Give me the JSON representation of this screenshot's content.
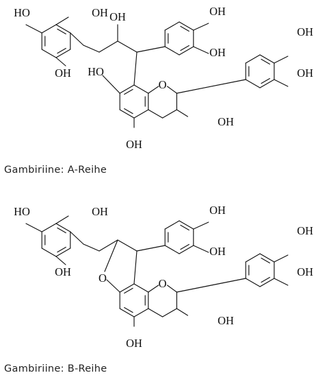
{
  "structures": [
    {
      "caption": "Gambiriine: A-Reihe",
      "labels": {
        "ho_a1": "HO",
        "oh_a2": "OH",
        "oh_a3": "OH",
        "oh_c1": "OH",
        "oh_d1": "OH",
        "oh_d2": "OH",
        "oh_e1": "OH",
        "oh_e2": "OH",
        "ho_f1": "HO",
        "o_f": "O",
        "oh_f3": "OH",
        "oh_f4": "OH"
      }
    },
    {
      "caption": "Gambiriine: B-Reihe",
      "labels": {
        "ho_a1": "HO",
        "oh_a2": "OH",
        "oh_a3": "OH",
        "oh_d1": "OH",
        "oh_d2": "OH",
        "oh_e1": "OH",
        "oh_e2": "OH",
        "o_fur": "O",
        "o_f": "O",
        "oh_f3": "OH",
        "oh_f4": "OH"
      }
    }
  ]
}
